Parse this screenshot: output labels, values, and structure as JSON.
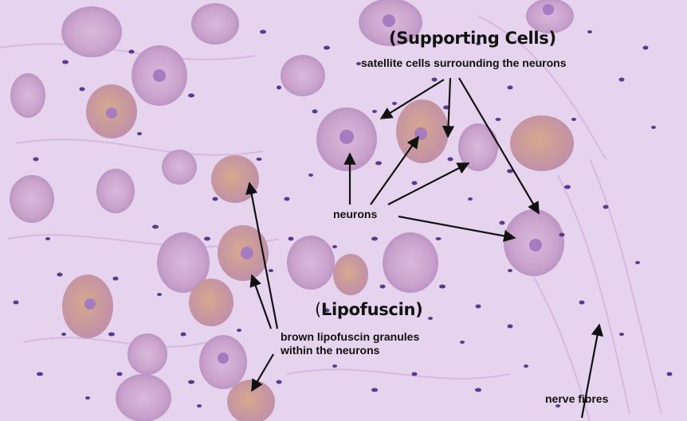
{
  "supporting_cells": {
    "title": "(Supporting Cells)",
    "caption": "satellite cells surrounding the neurons"
  },
  "neurons_label": "neurons",
  "lipofuscin": {
    "title_open": "(",
    "title_rest": "Lipofuscin)",
    "caption_line1": "brown lipofuscin granules",
    "caption_line2": "within the neurons"
  },
  "nerve_fibres_label": "nerve fibres",
  "colors": {
    "background": "#e6d3ee",
    "neuron_cytoplasm": "#c9a2cc",
    "nucleus": "#a77bc0",
    "satellite_nucleus": "#5a3a8e",
    "lipofuscin": "#c48a70",
    "arrow": "#111111"
  }
}
